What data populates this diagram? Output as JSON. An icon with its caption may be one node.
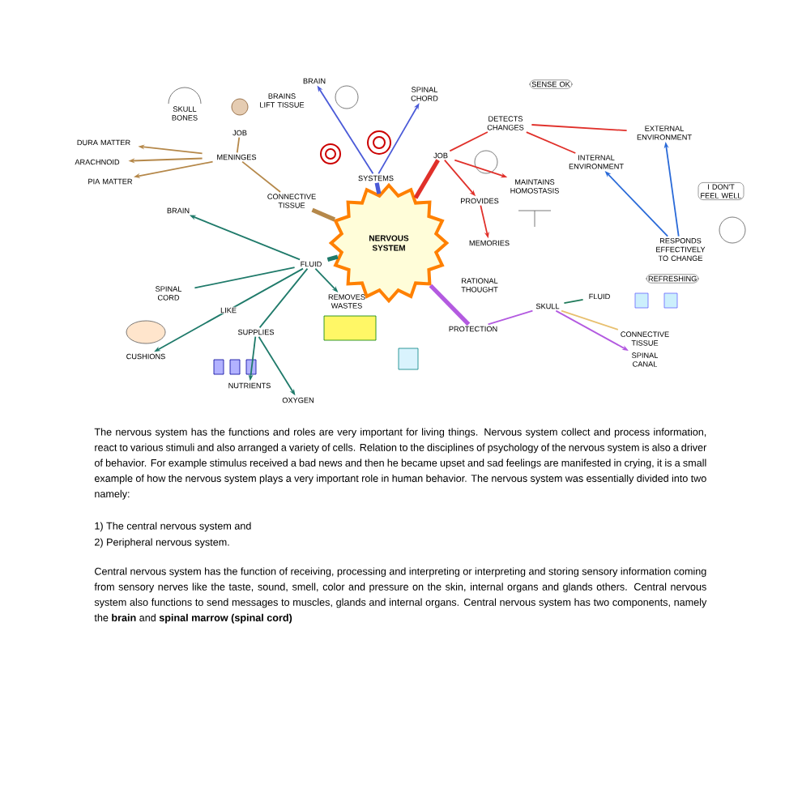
{
  "diagram": {
    "nodes": [
      {
        "text": [
          "NERVOUS SYSTEM"
        ]
      },
      {
        "text": [
          "CONNECTIVE TISSUE"
        ]
      },
      {
        "text": [
          "MENINGES"
        ]
      },
      {
        "text": [
          "JOB"
        ]
      },
      {
        "text": [
          "DURA MATTER"
        ]
      },
      {
        "text": [
          "ARACHNOID"
        ]
      },
      {
        "text": [
          "PIA MATTER"
        ]
      },
      {
        "text": [
          "SYSTEMS"
        ]
      },
      {
        "text": [
          "BRAIN"
        ]
      },
      {
        "text": [
          "SPINAL CHORD"
        ]
      },
      {
        "text": [
          "JOB"
        ]
      },
      {
        "text": [
          "DETECTS CHANGES"
        ]
      },
      {
        "text": [
          "EXTERNAL ENVIRONMENT"
        ]
      },
      {
        "text": [
          "INTERNAL ENVIRONMENT"
        ]
      },
      {
        "text": [
          "MAINTAINS HOMOSTASIS"
        ]
      },
      {
        "text": [
          "PROVIDES"
        ]
      },
      {
        "text": [
          "MEMORIES"
        ]
      },
      {
        "text": [
          "RATIONAL THOUGHT"
        ]
      },
      {
        "text": [
          "RESPONDS EFFECTIVELY TO CHANGE"
        ]
      },
      {
        "text": [
          "PROTECTION"
        ]
      },
      {
        "text": [
          "SKULL"
        ]
      },
      {
        "text": [
          "FLUID"
        ]
      },
      {
        "text": [
          "CONNECTIVE TISSUE"
        ]
      },
      {
        "text": [
          "SPINAL CANAL"
        ]
      },
      {
        "text": [
          "FLUID"
        ]
      },
      {
        "text": [
          "BRAIN"
        ]
      },
      {
        "text": [
          "SPINAL CORD"
        ]
      },
      {
        "text": [
          "CUSHIONS"
        ]
      },
      {
        "text": [
          "SUPPLIES"
        ]
      },
      {
        "text": [
          "REMOVES WASTES"
        ]
      },
      {
        "text": [
          "NUTRIENTS"
        ]
      },
      {
        "text": [
          "OXYGEN"
        ]
      }
    ],
    "edges": [
      {
        "from": 0,
        "to": 1,
        "arrow": "none",
        "style": "thick",
        "color": "#b5884a"
      },
      {
        "from": 1,
        "to": 2,
        "arrow": "none",
        "color": "#b5884a"
      },
      {
        "from": 2,
        "to": 3,
        "arrow": "none",
        "color": "#b5884a"
      },
      {
        "from": 2,
        "to": 4,
        "arrow": "to",
        "color": "#b5884a"
      },
      {
        "from": 2,
        "to": 5,
        "arrow": "to",
        "color": "#b5884a"
      },
      {
        "from": 2,
        "to": 6,
        "arrow": "to",
        "color": "#b5884a"
      },
      {
        "from": 0,
        "to": 7,
        "arrow": "none",
        "style": "thick",
        "color": "#4a5ad8"
      },
      {
        "from": 7,
        "to": 8,
        "arrow": "to",
        "color": "#4a5ad8"
      },
      {
        "from": 7,
        "to": 9,
        "arrow": "to",
        "color": "#4a5ad8"
      },
      {
        "from": 0,
        "to": 10,
        "arrow": "none",
        "style": "thick",
        "color": "#e0302a"
      },
      {
        "from": 10,
        "to": 11,
        "arrow": "none",
        "color": "#e0302a"
      },
      {
        "from": 10,
        "to": 14,
        "arrow": "to",
        "color": "#e0302a"
      },
      {
        "from": 10,
        "to": 15,
        "arrow": "to",
        "color": "#e0302a"
      },
      {
        "from": 11,
        "to": 12,
        "arrow": "none",
        "color": "#e0302a"
      },
      {
        "from": 11,
        "to": 13,
        "arrow": "none",
        "color": "#e0302a"
      },
      {
        "from": 15,
        "to": 16,
        "arrow": "to",
        "color": "#e0302a"
      },
      {
        "from": 18,
        "to": 12,
        "arrow": "to",
        "color": "#2a6ad8"
      },
      {
        "from": 18,
        "to": 13,
        "arrow": "to",
        "color": "#2a6ad8"
      },
      {
        "from": 0,
        "to": 19,
        "arrow": "none",
        "style": "thick",
        "color": "#b35ae0"
      },
      {
        "from": 19,
        "to": 20,
        "arrow": "none",
        "color": "#b35ae0"
      },
      {
        "from": 20,
        "to": 21,
        "arrow": "none",
        "color": "#1f7a5a"
      },
      {
        "from": 20,
        "to": 22,
        "arrow": "none",
        "color": "#e8c070"
      },
      {
        "from": 20,
        "to": 23,
        "arrow": "to",
        "color": "#b35ae0"
      },
      {
        "from": 0,
        "to": 24,
        "arrow": "none",
        "style": "thick",
        "color": "#1f7a6a"
      },
      {
        "from": 24,
        "to": 25,
        "arrow": "to",
        "color": "#1f7a6a"
      },
      {
        "from": 24,
        "to": 26,
        "arrow": "none",
        "color": "#1f7a6a"
      },
      {
        "from": 24,
        "to": 27,
        "arrow": "to",
        "label": "LIKE",
        "color": "#1f7a6a"
      },
      {
        "from": 24,
        "to": 28,
        "arrow": "none",
        "color": "#1f7a6a"
      },
      {
        "from": 24,
        "to": 29,
        "arrow": "to",
        "color": "#1f7a6a"
      },
      {
        "from": 28,
        "to": 30,
        "arrow": "to",
        "color": "#1f7a6a"
      },
      {
        "from": 28,
        "to": 31,
        "arrow": "to",
        "color": "#1f7a6a"
      }
    ],
    "labels": [
      "SKULL BONES",
      "BRAINS LIFT TISSUE",
      "SENSE OK",
      "I DON'T FEEL WELL",
      "REFRESHING",
      "The nervous system has the functions and roles are very important for living things. Nervous system collect and process information, react to various stimuli and also arranged a variety of cells. Relation to the disciplines of psychology of the nervous system is also a driver of behavior. For example stimulus received a bad news and then he became upset and sad feelings are manifested in crying, it is a small example of how the nervous system plays a very important role in human behavior. The nervous system was essentially divided into two namely:",
      "1) The central nervous system and",
      "2) Peripheral nervous system.",
      "Central nervous system has the function of receiving, processing and interpreting or interpreting and storing sensory information coming from sensory nerves like the taste, sound, smell, color and pressure on the skin, internal organs and glands others. Central nervous system also functions to send messages to muscles, glands and internal organs. Central nervous system has two components, namely the **brain** and **spinal marrow (spinal cord)**"
    ]
  }
}
